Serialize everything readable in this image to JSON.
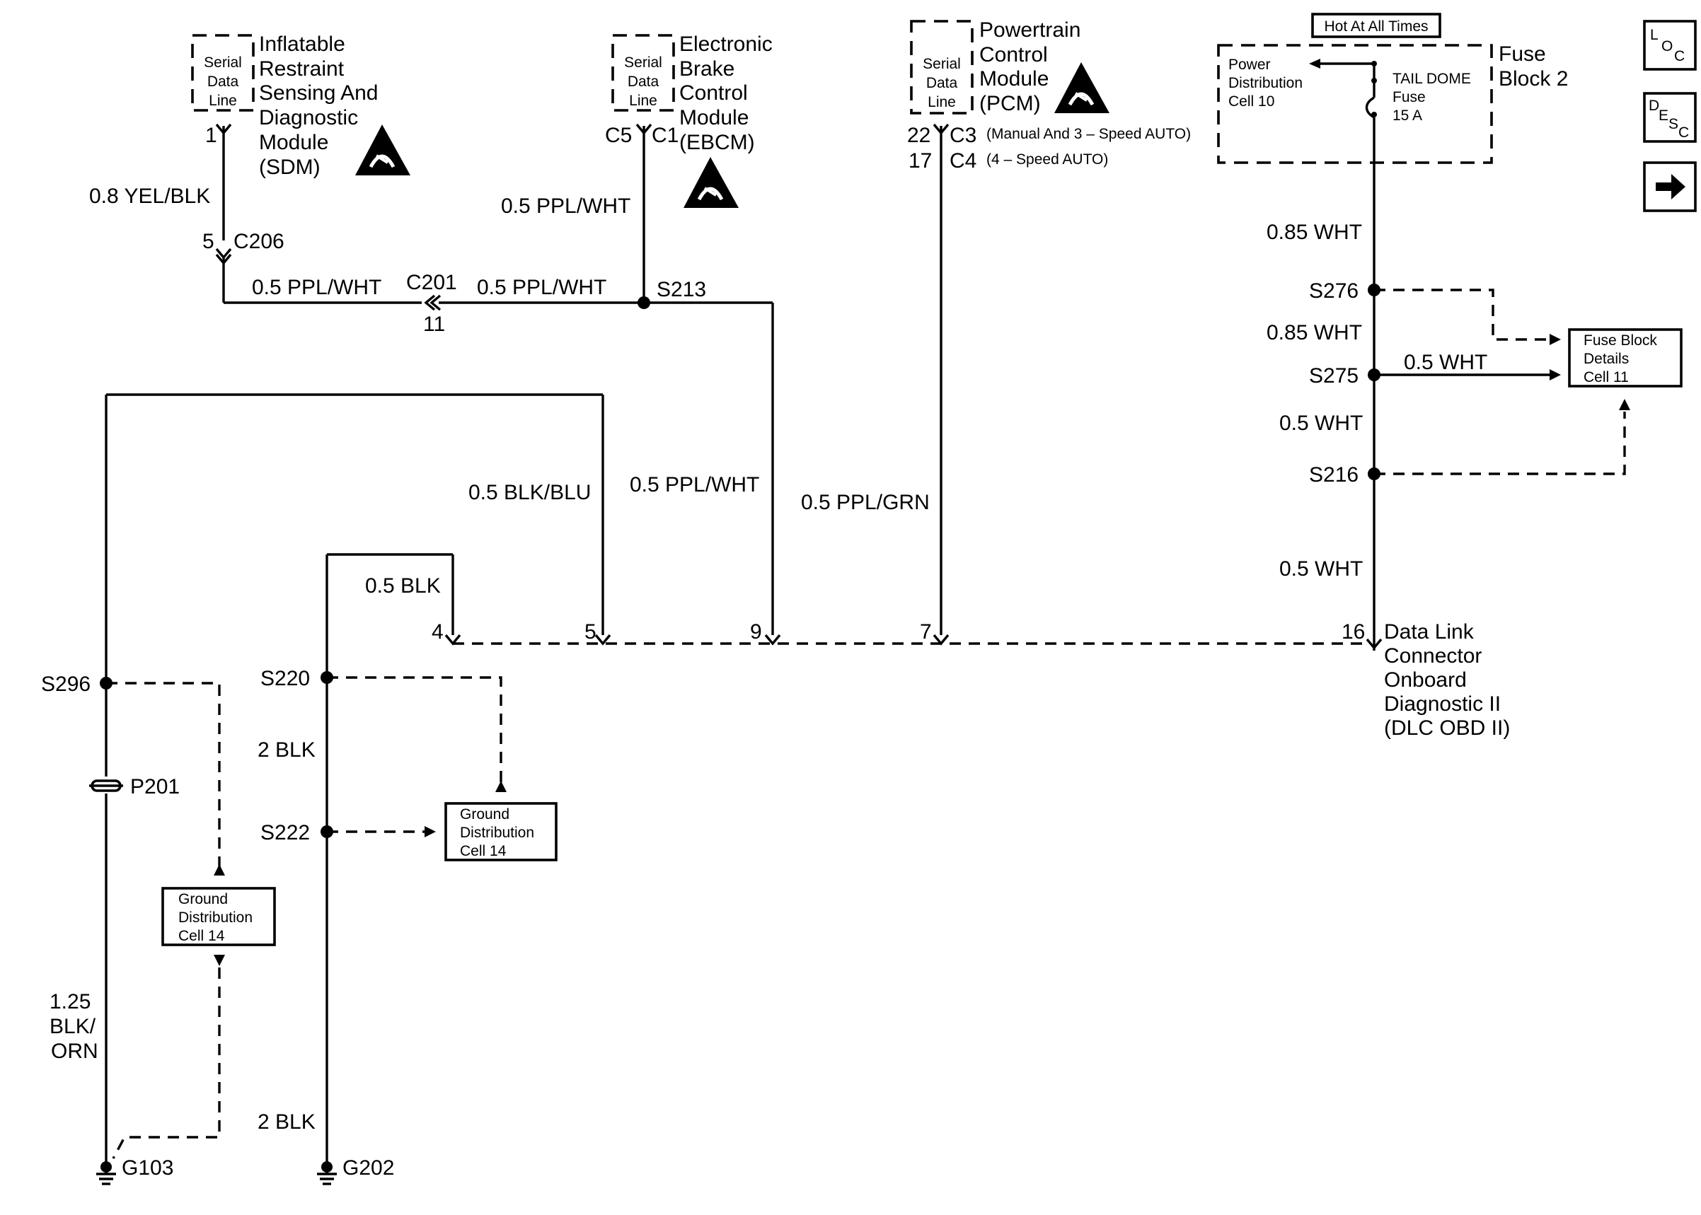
{
  "modules": {
    "sdm": {
      "serial_lines": [
        "Serial",
        "Data",
        "Line"
      ],
      "name_lines": [
        "Inflatable",
        "Restraint",
        "Sensing And",
        "Diagnostic",
        "Module",
        "(SDM)"
      ],
      "pin": "1"
    },
    "ebcm": {
      "serial_lines": [
        "Serial",
        "Data",
        "Line"
      ],
      "name_lines": [
        "Electronic",
        "Brake",
        "Control",
        "Module",
        "(EBCM)"
      ],
      "conn_left": "C5",
      "conn_right": "C1"
    },
    "pcm": {
      "serial_lines": [
        "Serial",
        "Data",
        "Line"
      ],
      "name_lines": [
        "Powertrain",
        "Control",
        "Module",
        "(PCM)"
      ],
      "pin_a": "22",
      "conn_a": "C3",
      "note_a": "(Manual And 3 – Speed AUTO)",
      "pin_b": "17",
      "conn_b": "C4",
      "note_b": "(4 – Speed AUTO)"
    },
    "fuse_block": {
      "hot_label": "Hot At All Times",
      "name_lines": [
        "Fuse",
        "Block 2"
      ],
      "pd_lines": [
        "Power",
        "Distribution",
        "Cell 10"
      ],
      "fuse_lines": [
        "TAIL DOME",
        "Fuse",
        "15 A"
      ]
    },
    "dlc": {
      "pin": "16",
      "name_lines": [
        "Data Link",
        "Connector",
        "Onboard",
        "Diagnostic II",
        "(DLC OBD II)"
      ]
    }
  },
  "wires": {
    "sdm_wire": "0.8 YEL/BLK",
    "c206_pin": "5",
    "c206": "C206",
    "wire_to_c201": "0.5 PPL/WHT",
    "c201": "C201",
    "c201_pin": "11",
    "wire_c201_s213": "0.5 PPL/WHT",
    "ebcm_wire": "0.5 PPL/WHT",
    "s213": "S213",
    "wire_blk_blu": "0.5 BLK/BLU",
    "wire_ppl_wht_9": "0.5 PPL/WHT",
    "wire_ppl_grn": "0.5 PPL/GRN",
    "wire_blk": "0.5 BLK",
    "wire_wht_1": "0.85 WHT",
    "s276": "S276",
    "wire_wht_2": "0.85 WHT",
    "s275": "S275",
    "wire_wht_branch": "0.5 WHT",
    "wire_wht_3": "0.5 WHT",
    "s216": "S216",
    "wire_wht_4": "0.5 WHT",
    "dlc_pins": [
      "4",
      "5",
      "9",
      "7"
    ],
    "s296": "S296",
    "p201": "P201",
    "wire_blk_orn": [
      "1.25",
      "BLK/",
      "ORN"
    ],
    "g103": "G103",
    "s220": "S220",
    "wire_2blk_a": "2 BLK",
    "s222": "S222",
    "wire_2blk_b": "2 BLK",
    "g202": "G202"
  },
  "refs": {
    "fuse_details": [
      "Fuse Block",
      "Details",
      "Cell 11"
    ],
    "ground_a": [
      "Ground",
      "Distribution",
      "Cell 14"
    ],
    "ground_b": [
      "Ground",
      "Distribution",
      "Cell 14"
    ]
  },
  "nav": {
    "loc": [
      "L",
      "O",
      "C"
    ],
    "desc": [
      "D",
      "E",
      "S",
      "C"
    ],
    "next_icon": "right-arrow-icon"
  }
}
